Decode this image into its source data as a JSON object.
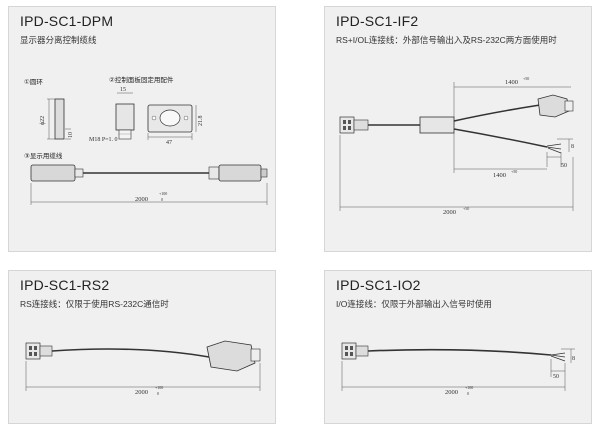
{
  "panels": [
    {
      "title": "IPD-SC1-DPM",
      "subtitle": "显示器分离控制缆线",
      "parts": {
        "p1": "①圆环",
        "p2": "②控制面板固定用配件",
        "p3": "③显示用缆线"
      },
      "dims": {
        "d22": "ϕ22",
        "d10": "10",
        "d15": "15",
        "thread": "M18 P=1. 0",
        "d47": "47",
        "d218": "21.8",
        "cable_len": "2000",
        "tol_top": "+100",
        "tol_bot": "0"
      }
    },
    {
      "title": "IPD-SC1-IF2",
      "subtitle": "RS+I/OL连接线：外部信号输出入及RS-232C两方面使用时",
      "dims": {
        "len_top": "1400",
        "len_bot": "1400",
        "tol": "+50",
        "total": "2000",
        "tol_total": "+50",
        "d8": "8",
        "d50": "50"
      }
    },
    {
      "title": "IPD-SC1-RS2",
      "subtitle": "RS连接线：仅限于使用RS-232C通信时",
      "dims": {
        "total": "2000",
        "tol_top": "+100",
        "tol_bot": "0"
      }
    },
    {
      "title": "IPD-SC1-IO2",
      "subtitle": "I/O连接线：仅限于外部输出入信号时使用",
      "dims": {
        "total": "2000",
        "tol_top": "+100",
        "tol_bot": "0",
        "d8": "8",
        "d50": "50"
      }
    }
  ]
}
